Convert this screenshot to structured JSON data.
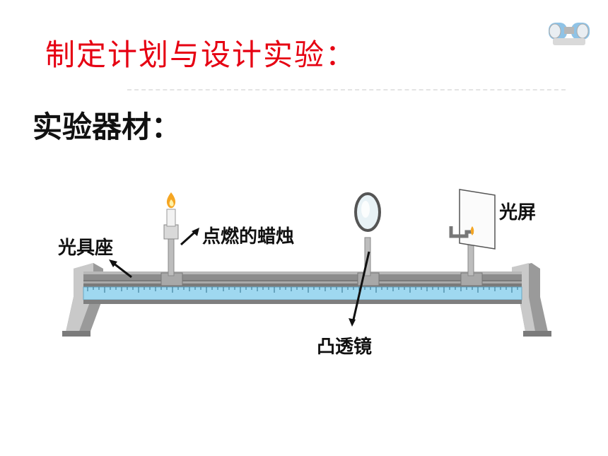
{
  "slide": {
    "title": "制定计划与设计实验：",
    "section_heading": "实验器材："
  },
  "diagram": {
    "labels": {
      "optical_bench": "光具座",
      "candle": "点燃的蜡烛",
      "lens": "凸透镜",
      "screen": "光屏"
    }
  },
  "colors": {
    "title": "#e60012",
    "ruler": "#9fd8f0",
    "rail": "#8c8c8c"
  },
  "icons": [
    "binoculars-icon"
  ]
}
